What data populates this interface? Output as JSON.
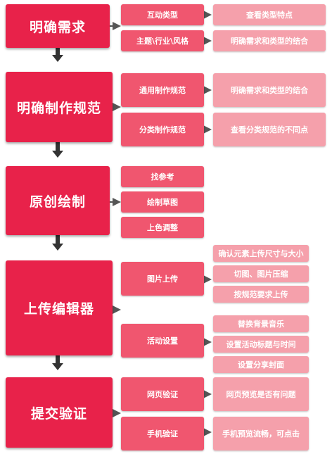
{
  "steps": [
    {
      "title": "明确需求",
      "items": [
        {
          "label": "互动类型",
          "details": [
            "查看类型特点"
          ]
        },
        {
          "label": "主题\\行业\\风格",
          "details": [
            "明确需求和类型的结合"
          ]
        }
      ]
    },
    {
      "title": "明确制作规范",
      "items": [
        {
          "label": "通用制作规范",
          "details": [
            "明确需求和类型的结合"
          ]
        },
        {
          "label": "分类制作规范",
          "details": [
            "查看分类规范的不同点"
          ]
        }
      ]
    },
    {
      "title": "原创绘制",
      "items": [
        {
          "label": "找参考",
          "details": []
        },
        {
          "label": "绘制草图",
          "details": []
        },
        {
          "label": "上色调整",
          "details": []
        }
      ]
    },
    {
      "title": "上传编辑器",
      "items": [
        {
          "label": "图片上传",
          "details": [
            "确认元素上传尺寸与大小",
            "切图、图片压缩",
            "按规范要求上传"
          ]
        },
        {
          "label": "活动设置",
          "details": [
            "替换背景音乐",
            "设置活动标题与时间",
            "设置分享封面"
          ]
        }
      ]
    },
    {
      "title": "提交验证",
      "items": [
        {
          "label": "网页验证",
          "details": [
            "网页预览是否有问题"
          ]
        },
        {
          "label": "手机验证",
          "details": [
            "手机预览流畅，可点击"
          ]
        }
      ]
    }
  ],
  "colors": {
    "main": "#e8224a",
    "mid": "#f0566f",
    "detail": "#f5a0ab",
    "arrow": "#555555"
  }
}
